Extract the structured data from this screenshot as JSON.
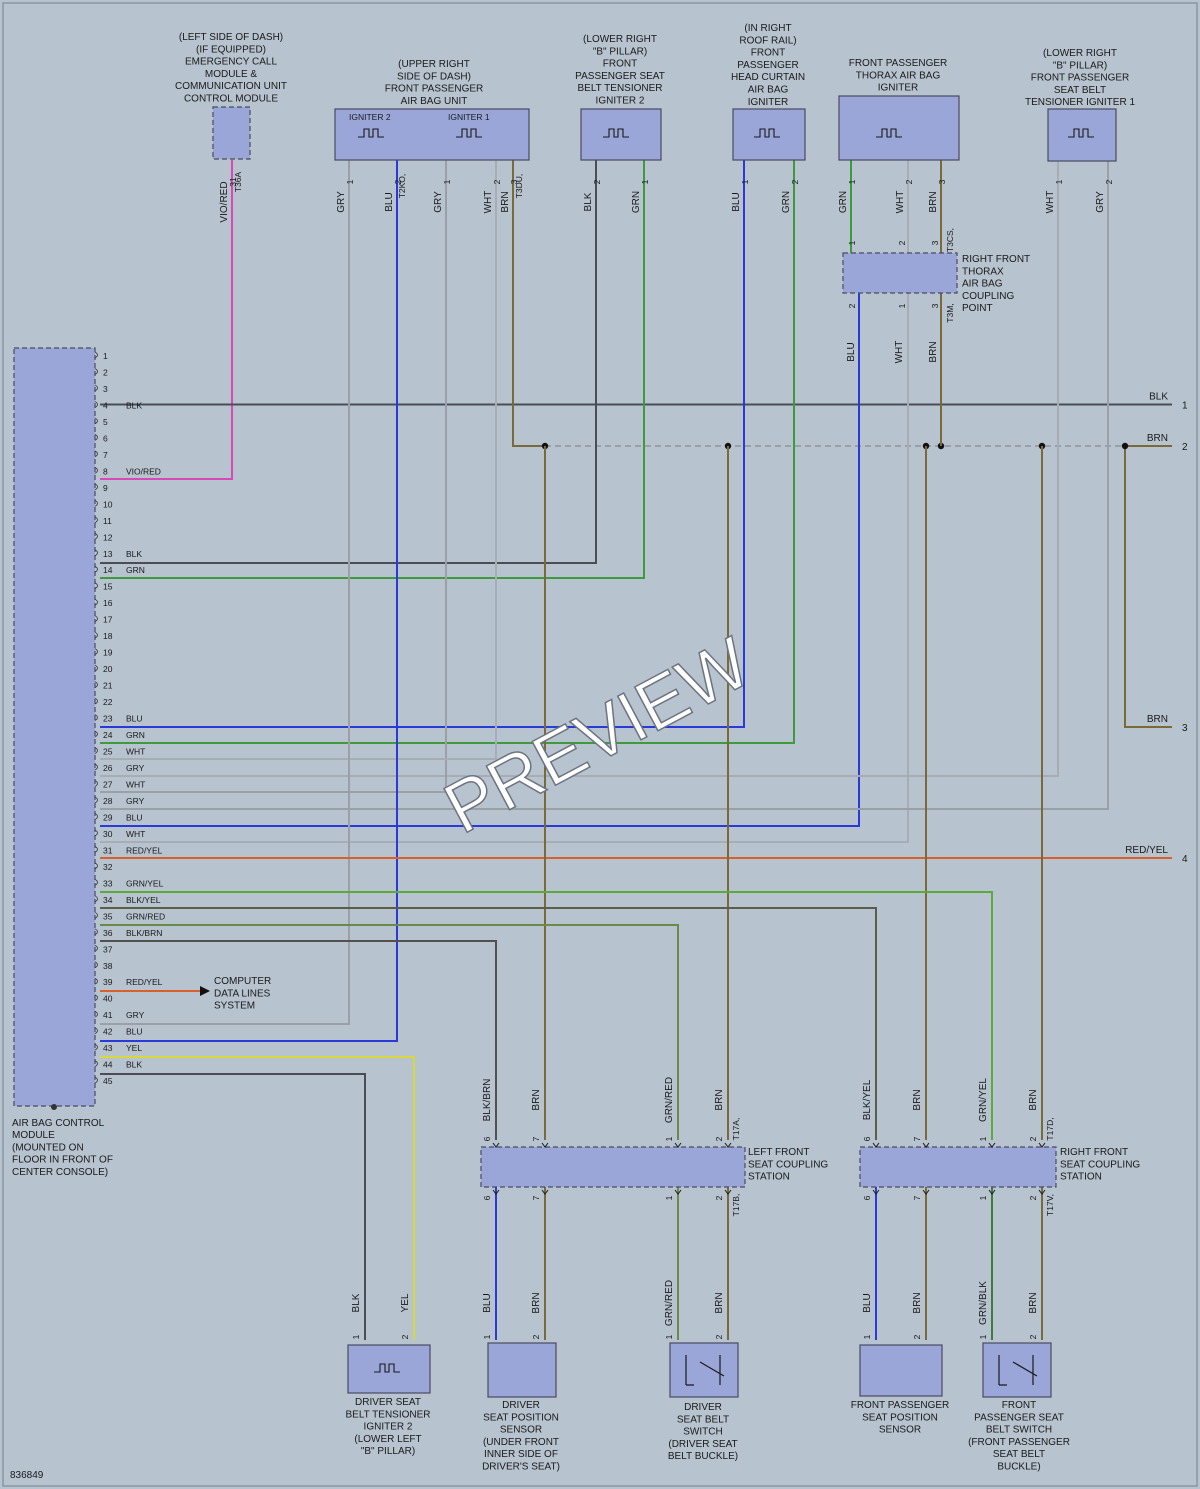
{
  "diagram_id": "836849",
  "watermark": "PREVIEW",
  "module": {
    "label": [
      "AIR BAG CONTROL",
      "MODULE",
      "(MOUNTED ON",
      "FLOOR IN FRONT OF",
      "CENTER CONSOLE)"
    ]
  },
  "components": {
    "ecall": [
      "(LEFT SIDE OF DASH)",
      "(IF EQUIPPED)",
      "EMERGENCY CALL",
      "MODULE &",
      "COMMUNICATION UNIT",
      "CONTROL MODULE"
    ],
    "pass_airbag": [
      "(UPPER RIGHT",
      "SIDE OF DASH)",
      "FRONT PASSENGER",
      "AIR BAG UNIT"
    ],
    "pass_airbag_ig2": "IGNITER 2",
    "pass_airbag_ig1": "IGNITER 1",
    "tensioner2": [
      "(LOWER RIGHT",
      "\"B\" PILLAR)",
      "FRONT",
      "PASSENGER SEAT",
      "BELT TENSIONER",
      "IGNITER 2"
    ],
    "curtain": [
      "(IN RIGHT",
      "ROOF RAIL)",
      "FRONT",
      "PASSENGER",
      "HEAD CURTAIN",
      "AIR BAG",
      "IGNITER"
    ],
    "thorax": [
      "FRONT PASSENGER",
      "THORAX AIR BAG",
      "IGNITER"
    ],
    "tensioner1": [
      "(LOWER RIGHT",
      "\"B\" PILLAR)",
      "FRONT PASSENGER",
      "SEAT BELT",
      "TENSIONER IGNITER 1"
    ],
    "thorax_coupling": [
      "RIGHT FRONT",
      "THORAX",
      "AIR BAG",
      "COUPLING",
      "POINT"
    ],
    "left_station": [
      "LEFT FRONT",
      "SEAT COUPLING",
      "STATION"
    ],
    "right_station": [
      "RIGHT FRONT",
      "SEAT COUPLING",
      "STATION"
    ],
    "computer": [
      "COMPUTER",
      "DATA LINES",
      "SYSTEM"
    ],
    "driver_tensioner": [
      "DRIVER SEAT",
      "BELT TENSIONER",
      "IGNITER 2",
      "(LOWER LEFT",
      "\"B\" PILLAR)"
    ],
    "driver_pos": [
      "DRIVER",
      "SEAT POSITION",
      "SENSOR",
      "(UNDER FRONT",
      "INNER SIDE OF",
      "DRIVER'S SEAT)"
    ],
    "driver_switch": [
      "DRIVER",
      "SEAT BELT",
      "SWITCH",
      "(DRIVER SEAT",
      "BELT BUCKLE)"
    ],
    "pass_pos": [
      "FRONT PASSENGER",
      "SEAT POSITION",
      "SENSOR"
    ],
    "pass_switch": [
      "FRONT",
      "PASSENGER SEAT",
      "BELT SWITCH",
      "(FRONT PASSENGER",
      "SEAT BELT",
      "BUCKLE)"
    ]
  },
  "connectors": {
    "T36A": "T36A",
    "T2KO": "T2KO,",
    "T3DU": "T3DU,",
    "T3CS": "T3CS,",
    "T3M": "T3M,",
    "T17A": "T17A,",
    "T17B": "T17B,",
    "T17D": "T17D,",
    "T17V": "T17V,"
  },
  "module_pins": [
    "1",
    "2",
    "3",
    "4",
    "5",
    "6",
    "7",
    "8",
    "9",
    "10",
    "11",
    "12",
    "13",
    "14",
    "15",
    "16",
    "17",
    "18",
    "19",
    "20",
    "21",
    "22",
    "23",
    "24",
    "25",
    "26",
    "27",
    "28",
    "29",
    "30",
    "31",
    "32",
    "33",
    "34",
    "35",
    "36",
    "37",
    "38",
    "39",
    "40",
    "41",
    "42",
    "43",
    "44",
    "45"
  ],
  "module_pin_colors": {
    "4": "BLK",
    "8": "VIO/RED",
    "13": "BLK",
    "14": "GRN",
    "23": "BLU",
    "24": "GRN",
    "25": "WHT",
    "26": "GRY",
    "27": "WHT",
    "28": "GRY",
    "29": "BLU",
    "30": "WHT",
    "31": "RED/YEL",
    "33": "GRN/YEL",
    "34": "BLK/YEL",
    "35": "GRN/RED",
    "36": "BLK/BRN",
    "39": "RED/YEL",
    "41": "GRY",
    "42": "BLU",
    "43": "YEL",
    "44": "BLK"
  },
  "right_refs": [
    {
      "color": "BLK",
      "ref": "1"
    },
    {
      "color": "BRN",
      "ref": "2"
    },
    {
      "color": "BRN",
      "ref": "3"
    },
    {
      "color": "RED/YEL",
      "ref": "4"
    }
  ],
  "top_wires": {
    "ecall": {
      "pin": "31",
      "color": "VIO/RED"
    },
    "ab1": {
      "pin": "1",
      "color": "GRY"
    },
    "ab2": {
      "pin": "2",
      "color": "BLU"
    },
    "ab3": {
      "pin": "1",
      "color": "GRY"
    },
    "ab4": {
      "pin": "2",
      "color": "WHT"
    },
    "ab5": {
      "pin": "3",
      "color": "BRN"
    },
    "tn1": {
      "pin": "2",
      "color": "BLK"
    },
    "tn2": {
      "pin": "1",
      "color": "GRN"
    },
    "cu1": {
      "pin": "1",
      "color": "BLU"
    },
    "cu2": {
      "pin": "2",
      "color": "GRN"
    },
    "th1": {
      "pin": "1",
      "color": "GRN"
    },
    "th2": {
      "pin": "2",
      "color": "WHT"
    },
    "th3": {
      "pin": "3",
      "color": "BRN"
    },
    "t11": {
      "pin": "1",
      "color": "WHT"
    },
    "t12": {
      "pin": "2",
      "color": "GRY"
    }
  },
  "coupling_pins": {
    "top": [
      "1",
      "2",
      "3"
    ],
    "bottom": [
      "2",
      "1",
      "3"
    ],
    "bottom_colors": [
      "BLU",
      "WHT",
      "BRN"
    ]
  },
  "station_wires": {
    "left_top": [
      {
        "pin": "6",
        "color": "BLK/BRN"
      },
      {
        "pin": "7",
        "color": "BRN"
      },
      {
        "pin": "1",
        "color": "GRN/RED"
      },
      {
        "pin": "2",
        "color": "BRN"
      }
    ],
    "left_bottom": [
      {
        "pin": "6",
        "color": "BLU"
      },
      {
        "pin": "7",
        "color": "BRN"
      },
      {
        "pin": "1",
        "color": "GRN/RED"
      },
      {
        "pin": "2",
        "color": "BRN"
      }
    ],
    "right_top": [
      {
        "pin": "6",
        "color": "BLK/YEL"
      },
      {
        "pin": "7",
        "color": "BRN"
      },
      {
        "pin": "1",
        "color": "GRN/YEL"
      },
      {
        "pin": "2",
        "color": "BRN"
      }
    ],
    "right_bottom": [
      {
        "pin": "6",
        "color": "BLU"
      },
      {
        "pin": "7",
        "color": "BRN"
      },
      {
        "pin": "1",
        "color": "GRN/BLK"
      },
      {
        "pin": "2",
        "color": "BRN"
      }
    ]
  },
  "bottom_wires": {
    "dt1": {
      "pin": "1",
      "color": "BLK"
    },
    "dt2": {
      "pin": "2",
      "color": "YEL"
    },
    "dp1": {
      "pin": "1",
      "color": "BLU"
    },
    "dp2": {
      "pin": "2",
      "color": "BRN"
    },
    "ds1": {
      "pin": "1",
      "color": "GRN/RED"
    },
    "ds2": {
      "pin": "2",
      "color": "BRN"
    },
    "pp1": {
      "pin": "1",
      "color": "BLU"
    },
    "pp2": {
      "pin": "2",
      "color": "BRN"
    },
    "ps1": {
      "pin": "1",
      "color": "GRN/BLK"
    },
    "ps2": {
      "pin": "2",
      "color": "BRN"
    }
  },
  "wire_colors": {
    "BLK": "#4a4d55",
    "BRN": "#7a6a3a",
    "GRN": "#3d9a3d",
    "BLU": "#2a3ad8",
    "GRY": "#9aa0a6",
    "WHT": "#a7adb3",
    "VIO/RED": "#d848b8",
    "RED/YEL": "#d8602a",
    "GRN/YEL": "#5caa3a",
    "BLK/YEL": "#5a5e48",
    "GRN/RED": "#6a8a4a",
    "BLK/BRN": "#555050",
    "YEL": "#d8d83a",
    "GRN/BLK": "#3f7a3f"
  }
}
